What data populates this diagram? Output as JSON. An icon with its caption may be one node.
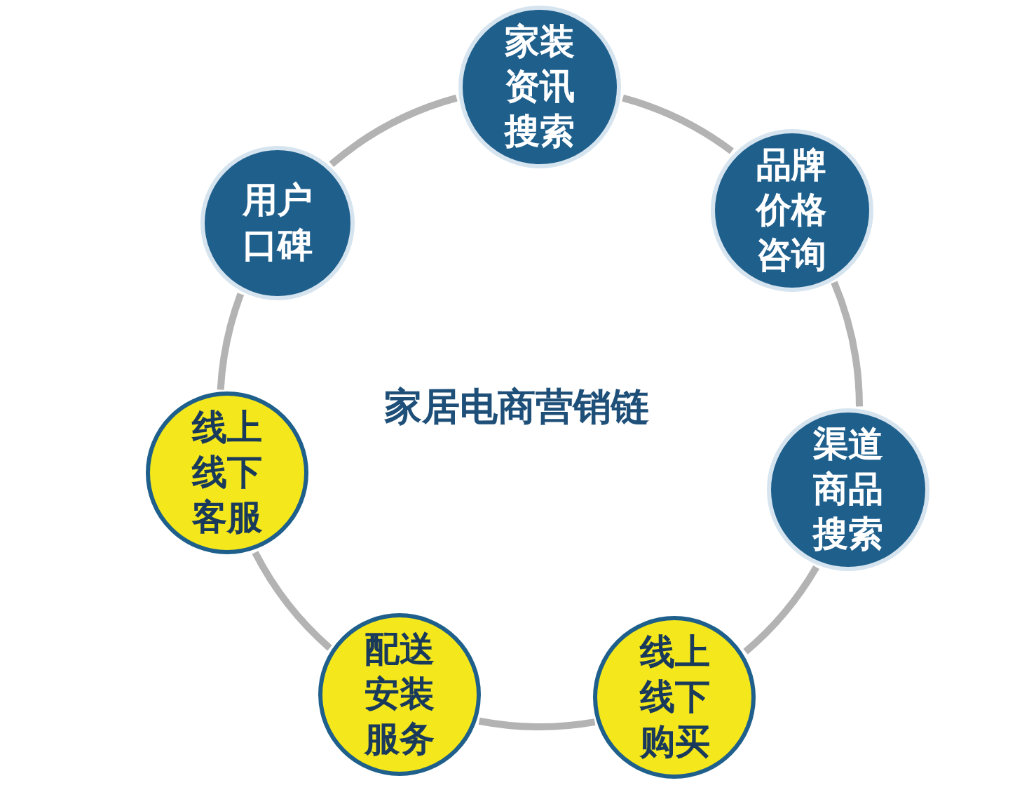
{
  "diagram": {
    "title": "家居电商营销链",
    "nodes": [
      {
        "text": [
          "家装资讯搜索"
        ]
      },
      {
        "text": [
          "品牌价格咨询"
        ]
      },
      {
        "text": [
          "渠道商品搜索"
        ]
      },
      {
        "text": [
          "线上线下购买"
        ]
      },
      {
        "text": [
          "配送安装服务"
        ]
      },
      {
        "text": [
          "线上线下客服"
        ]
      },
      {
        "text": [
          "用户口碑"
        ]
      }
    ],
    "edges": [
      {
        "from": 0,
        "to": 1,
        "arrow": "none"
      },
      {
        "from": 1,
        "to": 2,
        "arrow": "none"
      },
      {
        "from": 2,
        "to": 3,
        "arrow": "none"
      },
      {
        "from": 3,
        "to": 4,
        "arrow": "none"
      },
      {
        "from": 4,
        "to": 5,
        "arrow": "none"
      },
      {
        "from": 5,
        "to": 6,
        "arrow": "none"
      },
      {
        "from": 6,
        "to": 0,
        "arrow": "none"
      }
    ]
  }
}
